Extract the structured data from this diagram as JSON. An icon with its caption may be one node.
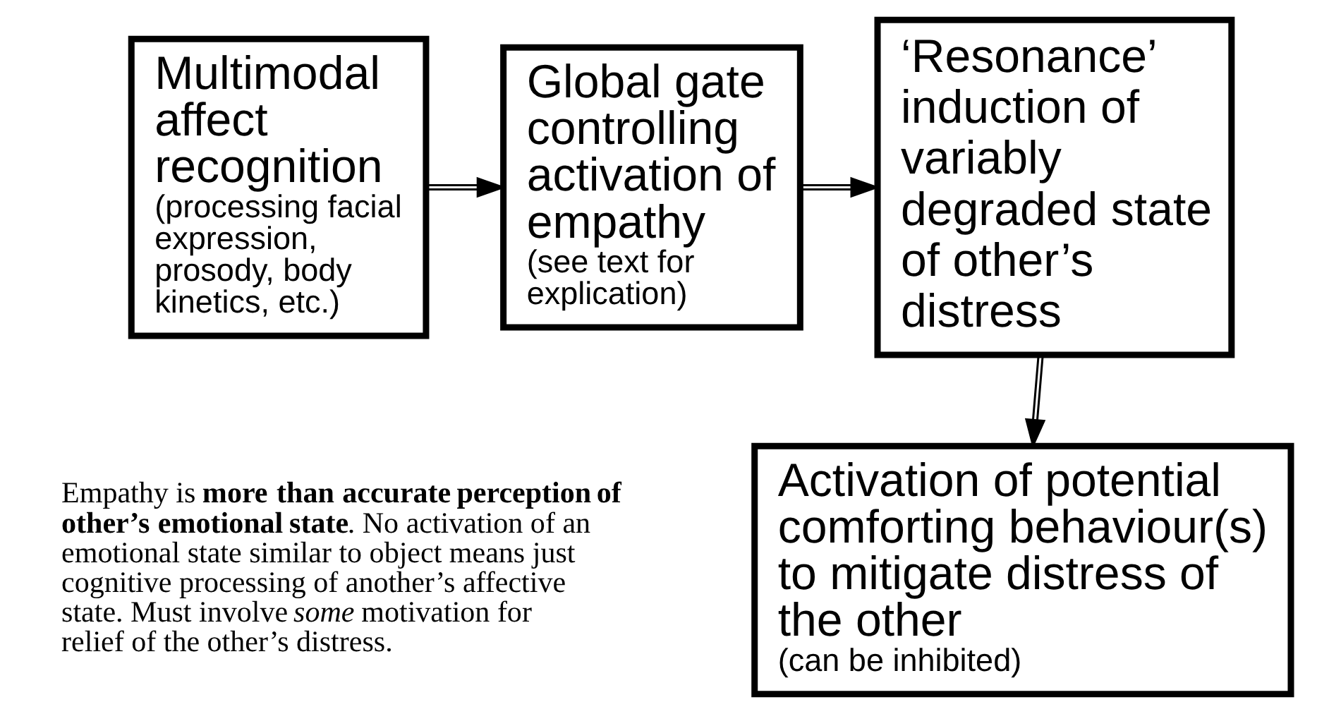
{
  "diagram": {
    "nodes": [
      {
        "text": [
          "Multimodal affect recognition",
          "(processing facial expression, prosody, body kinetics, etc.)"
        ]
      },
      {
        "text": [
          "Global gate controlling activation of empathy",
          "(see text for explication)"
        ]
      },
      {
        "text": [
          "‘Resonance’ induction of variably degraded state of other’s distress"
        ]
      },
      {
        "text": [
          "Activation of potential comforting behaviour(s) to mitigate distress of the other",
          "(can be inhibited)"
        ]
      }
    ],
    "edges": [
      {
        "from": 0,
        "to": 1,
        "arrow": "to"
      },
      {
        "from": 1,
        "to": 2,
        "arrow": "to"
      },
      {
        "from": 2,
        "to": 3,
        "arrow": "to"
      }
    ],
    "labels": [
      "Empathy is **more than accurate perception of other’s emotional state**. No activation of an emotional state similar to object means just cognitive processing of another’s affective state. Must involve *some* motivation for relief of the other’s distress."
    ]
  }
}
